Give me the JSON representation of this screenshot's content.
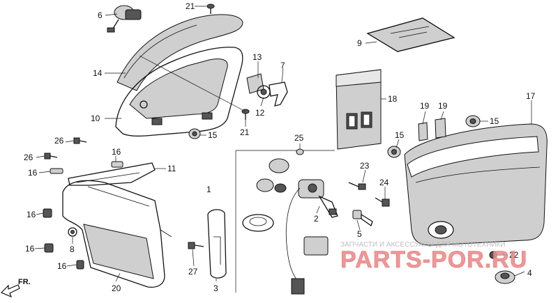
{
  "callouts": [
    "1",
    "2",
    "3",
    "4",
    "5",
    "6",
    "7",
    "8",
    "9",
    "10",
    "11",
    "12",
    "13",
    "14",
    "15",
    "15",
    "15",
    "16",
    "16",
    "16",
    "16",
    "16",
    "17",
    "18",
    "19",
    "19",
    "20",
    "21",
    "21",
    "22",
    "23",
    "24",
    "25",
    "26",
    "26",
    "27"
  ],
  "direction_marker": "FR.",
  "watermark": {
    "caption": "ЗАПЧАСТИ И АКСЕССУАРЫ ДЛЯ МОТОТЕХНИКИ",
    "brand": "PARTS-POR.RU"
  }
}
